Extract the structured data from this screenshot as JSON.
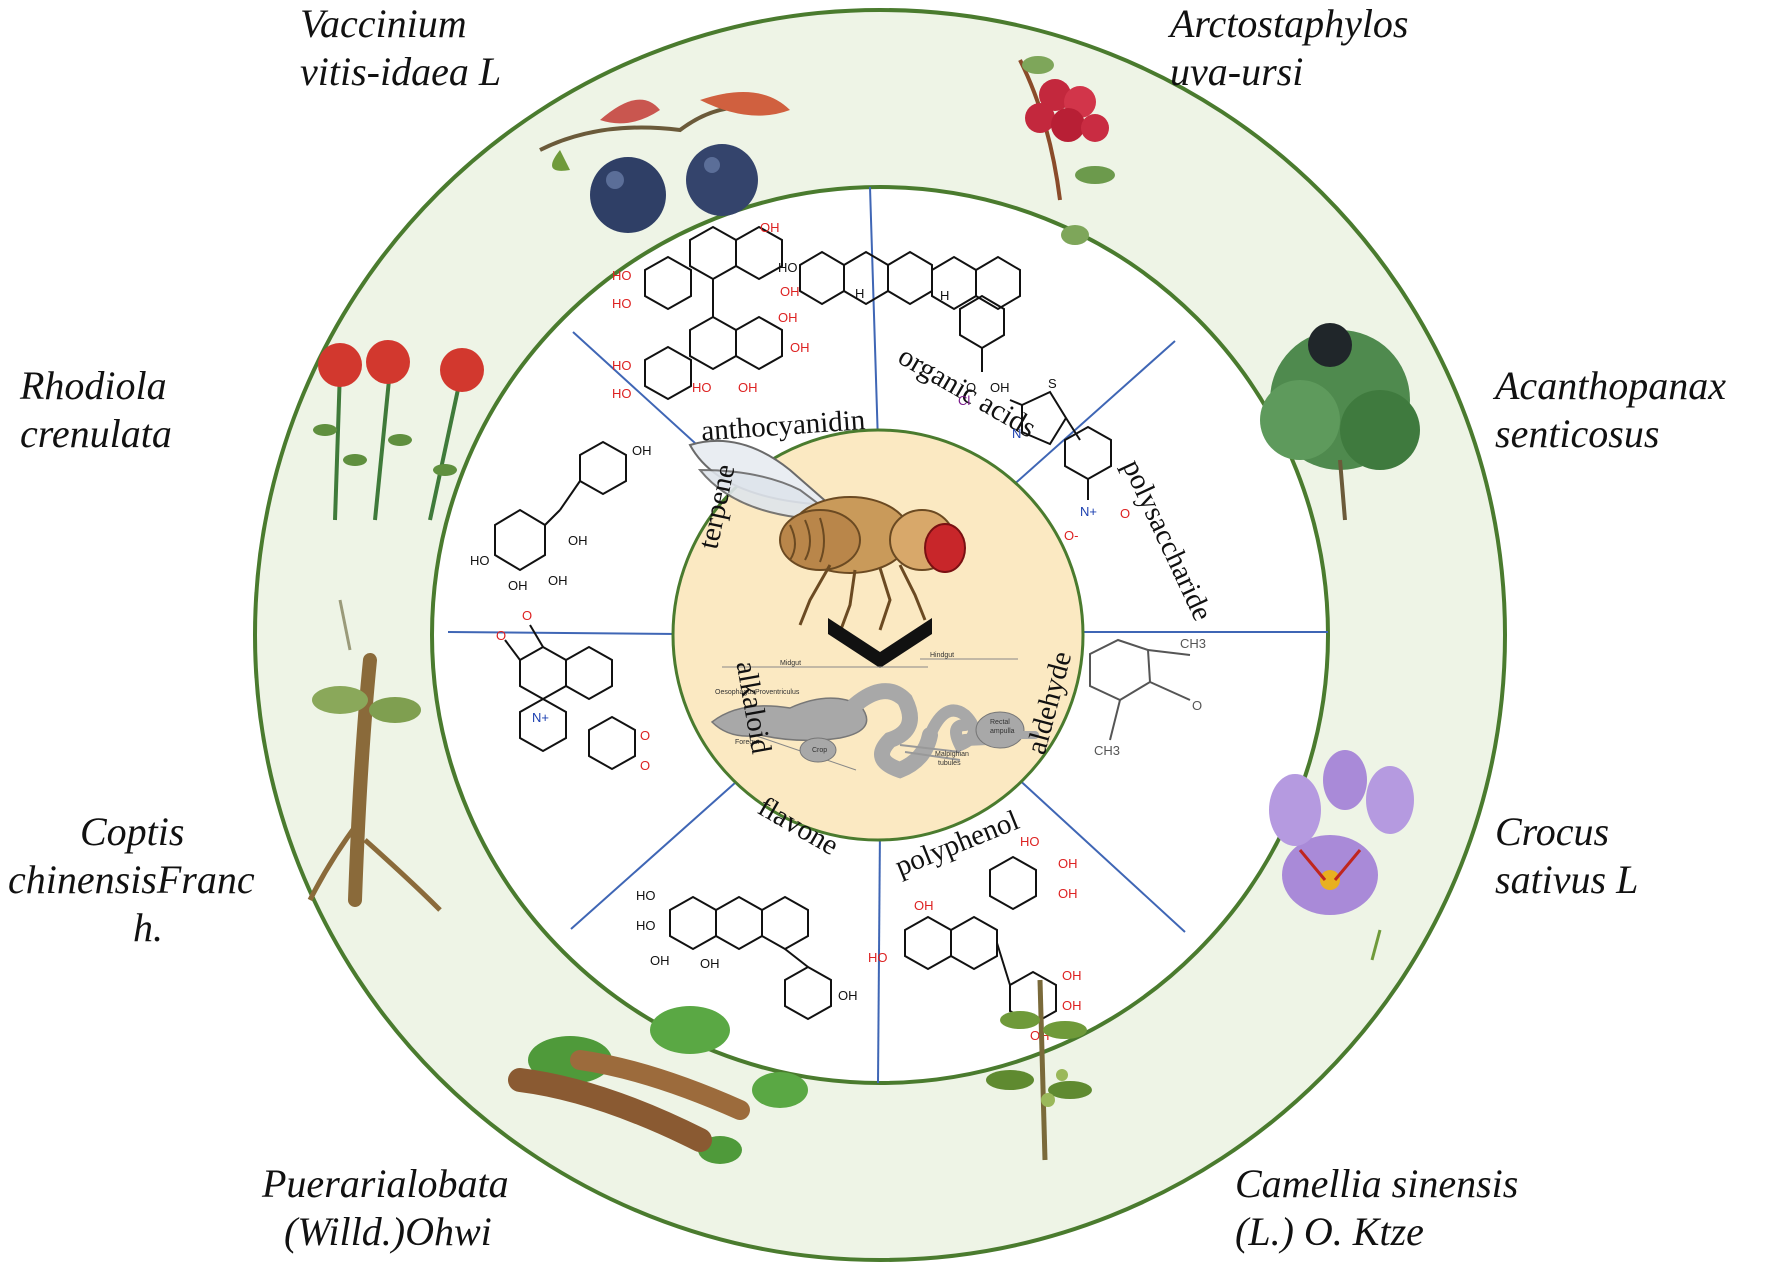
{
  "plants": [
    {
      "line1": "Vaccinium",
      "line2": "vitis-idaea L",
      "line3": ""
    },
    {
      "line1": "Arctostaphylos",
      "line2": "uva-ursi",
      "line3": ""
    },
    {
      "line1": "Rhodiola",
      "line2": "crenulata",
      "line3": ""
    },
    {
      "line1": "Acanthopanax",
      "line2": "senticosus",
      "line3": ""
    },
    {
      "line1": "Coptis",
      "line2": "chinensisFranc",
      "line3": "h."
    },
    {
      "line1": "Crocus",
      "line2": "sativus L",
      "line3": ""
    },
    {
      "line1": "Puerarialobata",
      "line2": "(Willd.)Ohwi",
      "line3": ""
    },
    {
      "line1": "Camellia sinensis",
      "line2": "(L.) O. Ktze",
      "line3": ""
    }
  ],
  "compounds": {
    "anthocyanidin": "anthocyanidin",
    "organic_acids": "organic acids",
    "polysaccharide": "polysaccharide",
    "aldehyde": "aldehyde",
    "polyphenol": "polyphenol",
    "flavone": "flavone",
    "alkaloid": "alkaloid",
    "terpene": "terpene"
  },
  "gut_labels": {
    "midgut": "Midgut",
    "hindgut": "Hindgut",
    "oesophagus": "Oesophagus",
    "proventriculus": "Proventriculus",
    "foregut": "Foregut",
    "crop": "Crop",
    "rectal": "Rectal",
    "ampulla": "ampulla",
    "malpighian": "Malpighian",
    "tubules": "tubules"
  },
  "chem_text": {
    "oh": "OH",
    "ho": "HO",
    "h": "H",
    "o": "O",
    "cl": "Cl",
    "s": "S",
    "n": "N",
    "nplus": "N+",
    "ominus": "O-",
    "ch3": "CH3"
  },
  "colors": {
    "outer_ring_fill": "#eef4e6",
    "ring_stroke": "#4a7b2e",
    "divider": "#3f66b5",
    "center_fill": "#fbe9c2"
  }
}
